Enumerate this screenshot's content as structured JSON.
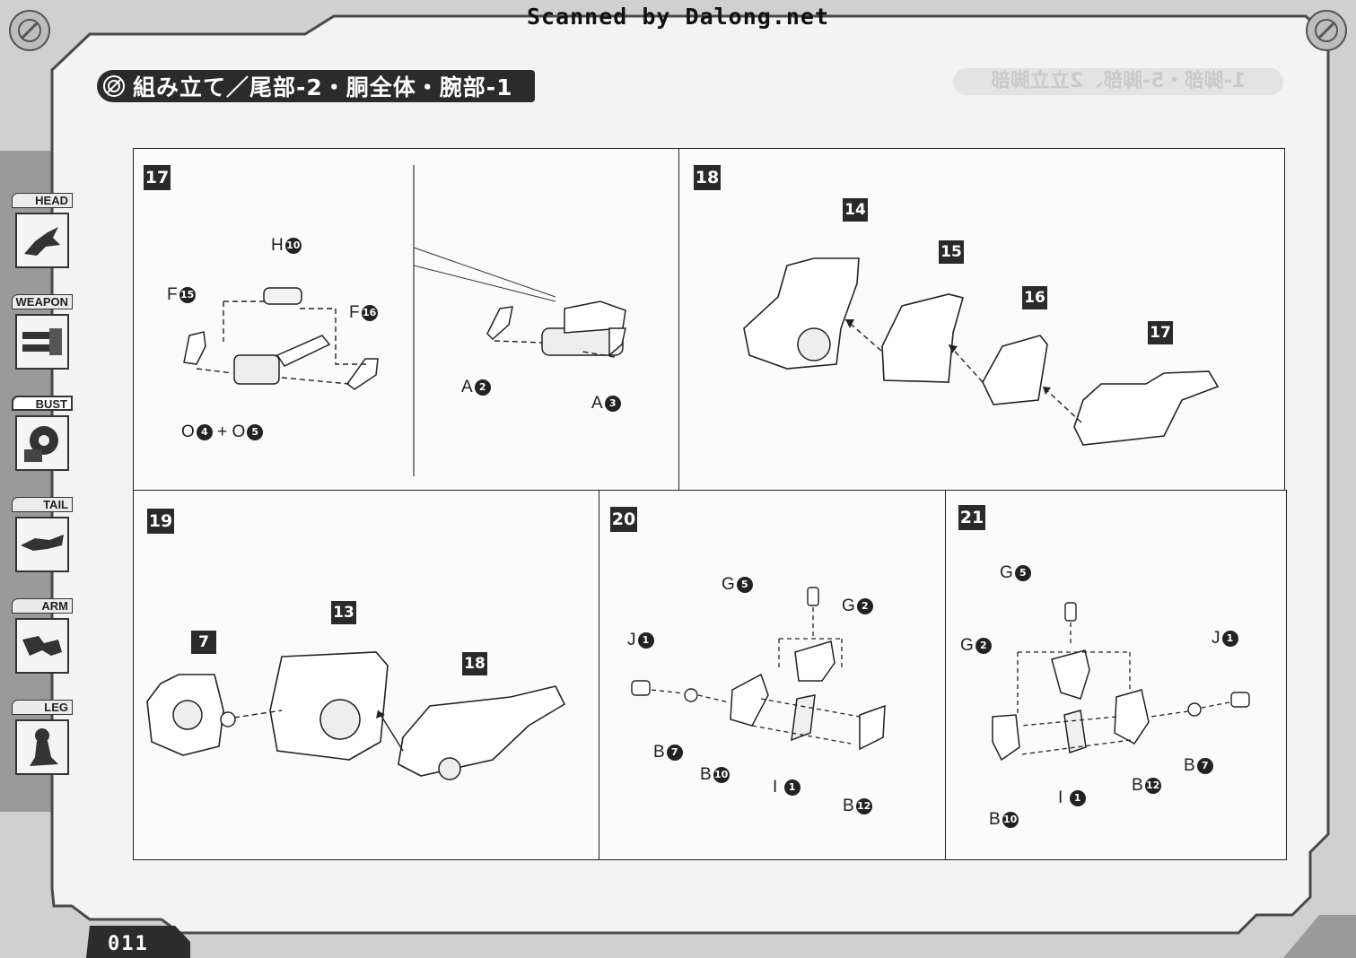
{
  "watermark": "Scanned by Dalong.net",
  "header": {
    "title": "組み立て／尾部-2・胴全体・腕部-1",
    "ghost_title": "1-脚部・5-脚部、2立立脚部"
  },
  "tabs": [
    {
      "label": "HEAD",
      "active": false
    },
    {
      "label": "WEAPON",
      "active": false
    },
    {
      "label": "BUST",
      "active": true
    },
    {
      "label": "TAIL",
      "active": false
    },
    {
      "label": "ARM",
      "active": false
    },
    {
      "label": "LEG",
      "active": false
    }
  ],
  "steps": {
    "s17": {
      "number": "17",
      "labels": {
        "h10": {
          "letter": "H",
          "num": "10"
        },
        "f15": {
          "letter": "F",
          "num": "15"
        },
        "f16": {
          "letter": "F",
          "num": "16"
        },
        "o4": {
          "letter": "O",
          "num": "4"
        },
        "plus": "+",
        "o5": {
          "letter": "O",
          "num": "5"
        },
        "a2": {
          "letter": "A",
          "num": "2"
        },
        "a3": {
          "letter": "A",
          "num": "3"
        }
      }
    },
    "s18": {
      "number": "18",
      "subs": [
        "14",
        "15",
        "16",
        "17"
      ]
    },
    "s19": {
      "number": "19",
      "subs": [
        "7",
        "13",
        "18"
      ]
    },
    "s20": {
      "number": "20",
      "labels": {
        "g5": {
          "letter": "G",
          "num": "5"
        },
        "g2": {
          "letter": "G",
          "num": "2"
        },
        "j1": {
          "letter": "J",
          "num": "1"
        },
        "b7": {
          "letter": "B",
          "num": "7"
        },
        "b10": {
          "letter": "B",
          "num": "10"
        },
        "i1": {
          "letter": "I",
          "num": "1"
        },
        "b12": {
          "letter": "B",
          "num": "12"
        }
      }
    },
    "s21": {
      "number": "21",
      "labels": {
        "g5": {
          "letter": "G",
          "num": "5"
        },
        "g2": {
          "letter": "G",
          "num": "2"
        },
        "j1": {
          "letter": "J",
          "num": "1"
        },
        "b7": {
          "letter": "B",
          "num": "7"
        },
        "b12": {
          "letter": "B",
          "num": "12"
        },
        "i1": {
          "letter": "I",
          "num": "1"
        },
        "b10": {
          "letter": "B",
          "num": "10"
        }
      }
    }
  },
  "page_number": "011"
}
